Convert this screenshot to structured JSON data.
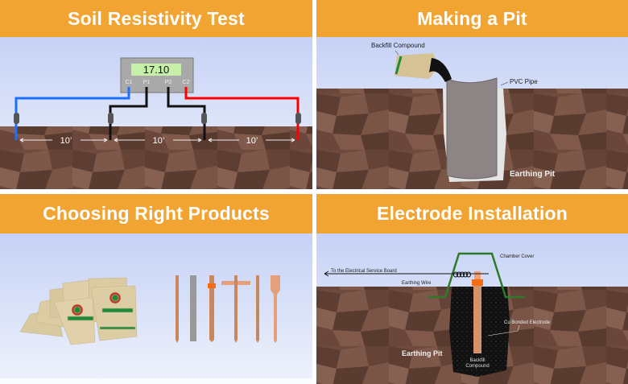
{
  "panels": {
    "soil_test": {
      "title": "Soil Resistivity Test",
      "meter_reading": "17.10",
      "terminals": [
        "C1",
        "P1",
        "P2",
        "C2"
      ],
      "spacings": [
        "10’",
        "10’",
        "10’"
      ]
    },
    "pit": {
      "title": "Making a Pit",
      "labels": {
        "backfill": "Backfill Compound",
        "pipe": "PVC Pipe",
        "pit": "Earthing Pit"
      }
    },
    "products": {
      "title": "Choosing Right Products"
    },
    "electrode": {
      "title": "Electrode Installation",
      "labels": {
        "cover": "Chamber Cover",
        "service_board": "To the Electrical Service Board",
        "wire": "Earthing Wire",
        "electrode": "Cu Bonded Electrode",
        "pit": "Earthing Pit",
        "backfill_1": "Backfill",
        "backfill_2": "Compound"
      }
    }
  },
  "colors": {
    "header": "#f2a432",
    "soil": "#6e4a3c",
    "sky_top": "#c8d4f7",
    "sky_bottom": "#eef2fb"
  }
}
